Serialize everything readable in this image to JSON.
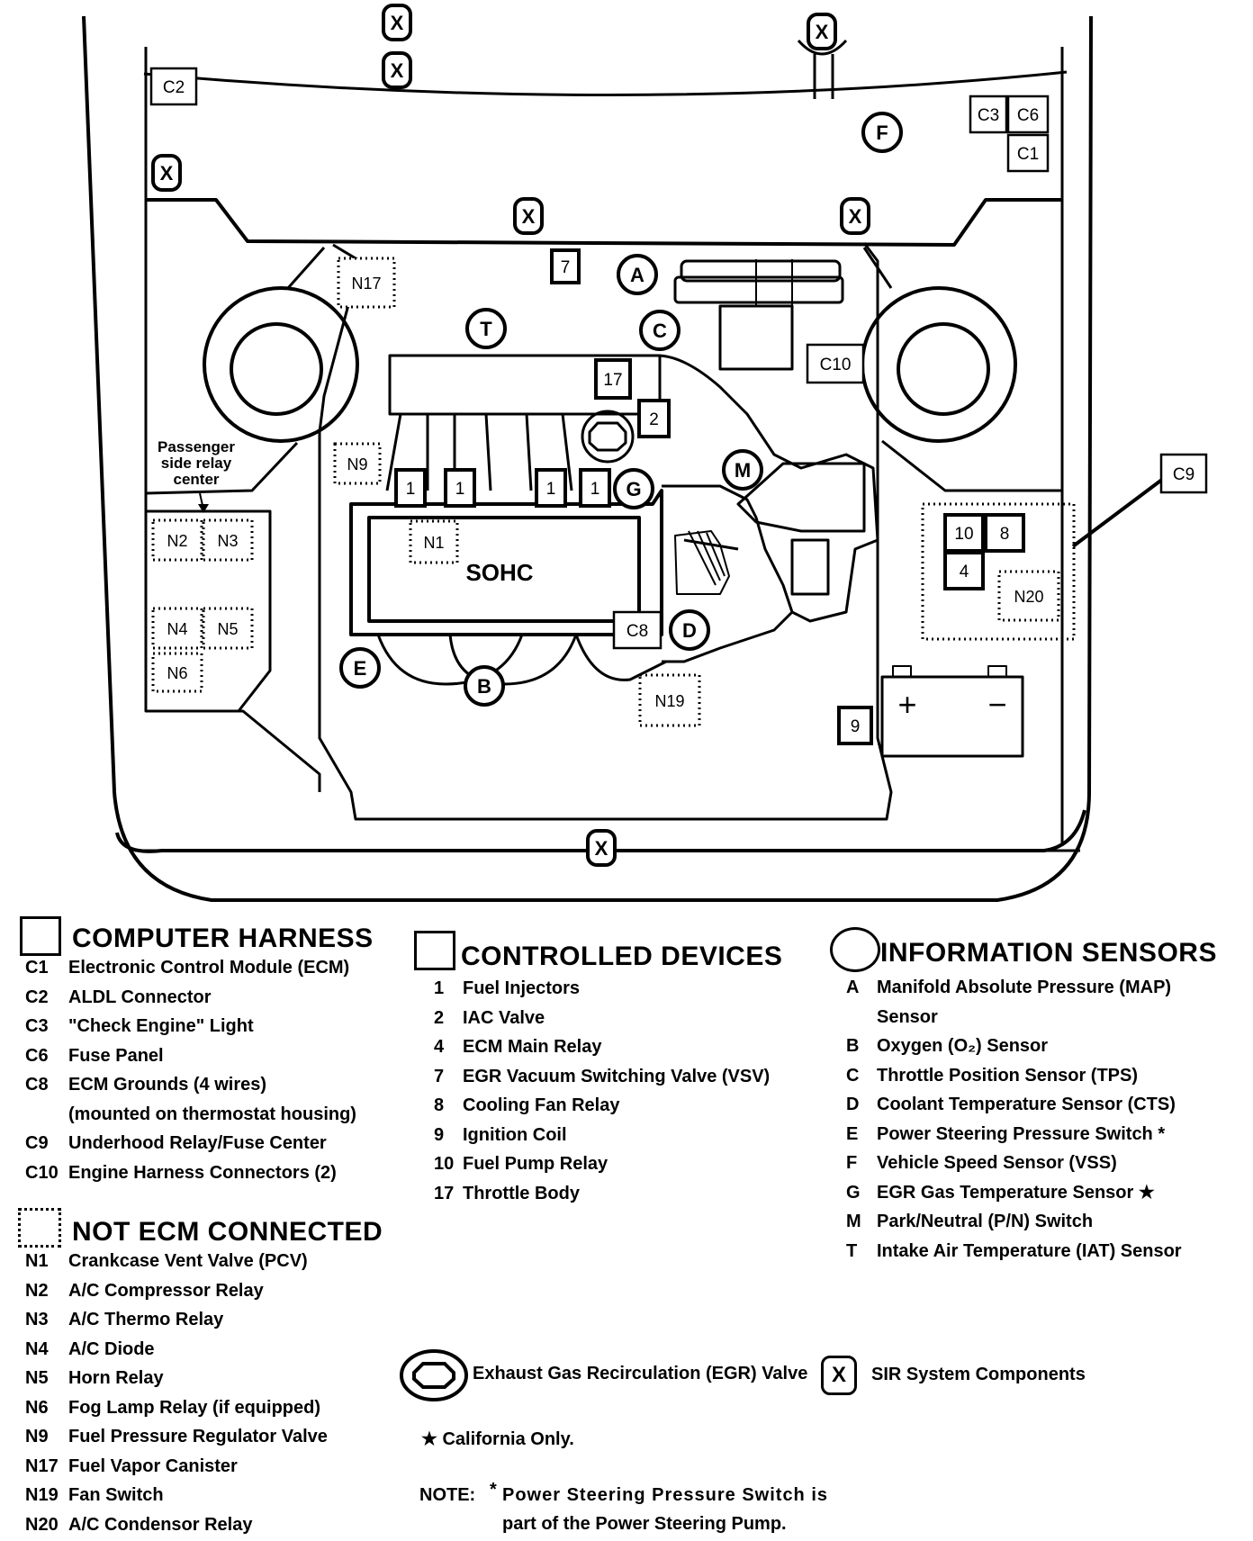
{
  "diagram": {
    "engine_label": "SOHC",
    "relay_center_label": [
      "Passenger",
      "side relay",
      "center"
    ],
    "sir_marker": "X",
    "markers": {
      "computer_harness": [
        "C2",
        "C3",
        "C6",
        "C1",
        "C10",
        "C8",
        "C9"
      ],
      "controlled_devices": [
        "7",
        "17",
        "2",
        "1",
        "1",
        "1",
        "1",
        "10",
        "8",
        "4",
        "9"
      ],
      "not_ecm": [
        "N17",
        "N9",
        "N1",
        "N2",
        "N3",
        "N4",
        "N5",
        "N6",
        "N19",
        "N20"
      ],
      "info_sensors": [
        "A",
        "T",
        "C",
        "M",
        "G",
        "D",
        "E",
        "B",
        "F"
      ]
    },
    "battery_terminals": [
      "+",
      "−"
    ]
  },
  "legend": {
    "computer_harness": {
      "title": "COMPUTER HARNESS",
      "items": [
        {
          "code": "C1",
          "text": "Electronic Control Module (ECM)"
        },
        {
          "code": "C2",
          "text": "ALDL Connector"
        },
        {
          "code": "C3",
          "text": "\"Check Engine\" Light"
        },
        {
          "code": "C6",
          "text": "Fuse Panel"
        },
        {
          "code": "C8",
          "text": "ECM Grounds (4 wires)"
        },
        {
          "code": "",
          "text": "(mounted on thermostat housing)"
        },
        {
          "code": "C9",
          "text": "Underhood Relay/Fuse Center"
        },
        {
          "code": "C10",
          "text": "Engine Harness Connectors (2)"
        }
      ]
    },
    "not_ecm_connected": {
      "title": "NOT ECM CONNECTED",
      "items": [
        {
          "code": "N1",
          "text": "Crankcase Vent Valve (PCV)"
        },
        {
          "code": "N2",
          "text": "A/C Compressor Relay"
        },
        {
          "code": "N3",
          "text": "A/C Thermo Relay"
        },
        {
          "code": "N4",
          "text": "A/C Diode"
        },
        {
          "code": "N5",
          "text": "Horn Relay"
        },
        {
          "code": "N6",
          "text": "Fog Lamp Relay (if equipped)"
        },
        {
          "code": "N9",
          "text": "Fuel Pressure Regulator Valve"
        },
        {
          "code": "N17",
          "text": "Fuel Vapor Canister"
        },
        {
          "code": "N19",
          "text": "Fan Switch"
        },
        {
          "code": "N20",
          "text": "A/C Condensor Relay"
        }
      ]
    },
    "controlled_devices": {
      "title": "CONTROLLED DEVICES",
      "items": [
        {
          "code": "1",
          "text": "Fuel Injectors"
        },
        {
          "code": "2",
          "text": "IAC Valve"
        },
        {
          "code": "4",
          "text": "ECM Main Relay"
        },
        {
          "code": "7",
          "text": "EGR Vacuum Switching Valve (VSV)"
        },
        {
          "code": "8",
          "text": "Cooling Fan Relay"
        },
        {
          "code": "9",
          "text": "Ignition Coil"
        },
        {
          "code": "10",
          "text": "Fuel Pump Relay"
        },
        {
          "code": "17",
          "text": "Throttle Body"
        }
      ]
    },
    "information_sensors": {
      "title": "INFORMATION SENSORS",
      "items": [
        {
          "code": "A",
          "text": "Manifold Absolute Pressure (MAP)"
        },
        {
          "code": "",
          "text": "Sensor"
        },
        {
          "code": "B",
          "text": "Oxygen (O₂) Sensor"
        },
        {
          "code": "C",
          "text": "Throttle Position Sensor (TPS)"
        },
        {
          "code": "D",
          "text": "Coolant Temperature Sensor (CTS)"
        },
        {
          "code": "E",
          "text": "Power Steering Pressure Switch *"
        },
        {
          "code": "F",
          "text": "Vehicle Speed Sensor (VSS)"
        },
        {
          "code": "G",
          "text": "EGR Gas Temperature Sensor ★"
        },
        {
          "code": "M",
          "text": "Park/Neutral (P/N) Switch"
        },
        {
          "code": "T",
          "text": "Intake Air Temperature (IAT) Sensor"
        }
      ]
    },
    "egr_valve": "Exhaust Gas Recirculation (EGR) Valve",
    "sir_symbol": "X",
    "sir_components": "SIR System Components",
    "california_only": "★ California Only.",
    "note_label": "NOTE:",
    "note_star": "*",
    "note_line1": "Power Steering Pressure Switch is",
    "note_line2": "part of the Power Steering Pump."
  }
}
